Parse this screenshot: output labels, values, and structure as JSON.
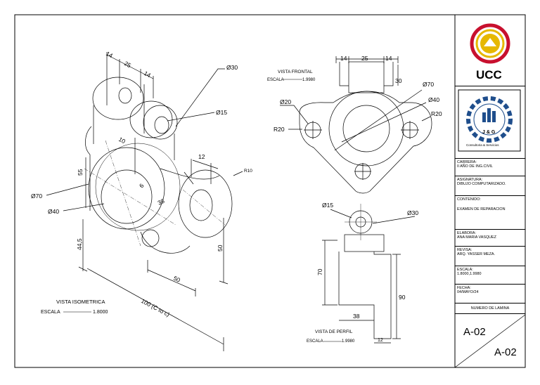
{
  "views": {
    "isometric": {
      "title": "VISTA ISOMETRICA",
      "scale_label": "ESCALA",
      "scale_value": "1.8000",
      "dims": {
        "d14a": "14",
        "d25": "25",
        "d14b": "14",
        "d30": "Ø30",
        "d15": "Ø15",
        "d10": "10",
        "d12": "12",
        "r10": "R10",
        "d55": "55",
        "d70": "Ø70",
        "d40": "Ø40",
        "d6": "6",
        "d38": "38",
        "d44": "44,5",
        "d50a": "50",
        "d50b": "50",
        "d100": "100 (C to c)"
      }
    },
    "frontal": {
      "title": "VISTA FRONTAL",
      "scale_label": "ESCALA",
      "scale_value": "1.9980",
      "dims": {
        "d14a": "14",
        "d25": "25",
        "d14b": "14",
        "d30": "30",
        "d70": "Ø70",
        "d40": "Ø40",
        "d20": "Ø20",
        "r20a": "R20",
        "r20b": "R20"
      }
    },
    "profile": {
      "title": "VISTA DE PERFIL",
      "scale_label": "ESCALA",
      "scale_value": "1.9980",
      "dims": {
        "d15": "Ø15",
        "d30": "Ø30",
        "d70": "70",
        "d38": "38",
        "d90": "90",
        "d12": "12"
      }
    }
  },
  "title_block": {
    "logo_ucc": "UCC",
    "logo_jg": "J & G",
    "logo_jg_caption": "Consultoria & Servicios",
    "carrera_label": "CARRERA:",
    "carrera_value": "II AÑO DE ING.CIVIL",
    "asignatura_label": "ASIGNATURA:",
    "asignatura_value": "DIBUJO COMPUTARIZADO.",
    "contenido_label": "CONTENIDO:",
    "contenido_value": "EXAMEN DE REPARACION",
    "elabora_label": "ELABORA:",
    "elabora_value": "ANA MARIA VASQUEZ",
    "revisa_label": "REVISA:",
    "revisa_value": "ARQ. YASSER MEZA.",
    "escala_label": "ESCALA:",
    "escala_value": "1.8000,1.9980",
    "fecha_label": "FECHA:",
    "fecha_value": "04/MAYO/24",
    "lamina_label": "NUMERO DE LAMINA",
    "lamina_top": "A-02",
    "lamina_bottom": "A-02"
  },
  "colors": {
    "line": "#000000",
    "ucc_red": "#c8102e",
    "ucc_gold": "#e6b800",
    "jg_blue": "#1f4e8c"
  }
}
